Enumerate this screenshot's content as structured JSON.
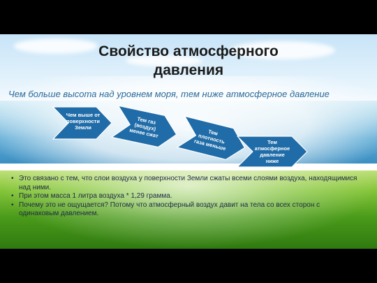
{
  "slide": {
    "title_line1": "Свойство атмосферного",
    "title_line2": "давления",
    "subtitle": "Чем больше высота над уровнем моря, тем ниже атмосферное давление"
  },
  "process": {
    "steps": [
      {
        "lines": [
          "Чем выше от",
          "поверхности",
          "Земли"
        ]
      },
      {
        "lines": [
          "Тем газ",
          "(воздух)",
          "менее сжат"
        ]
      },
      {
        "lines": [
          "Тем",
          "плотность",
          "газа меньше"
        ]
      },
      {
        "lines": [
          "Тем",
          "атмосферное",
          "давление",
          "ниже"
        ]
      }
    ]
  },
  "bullets": [
    "Это связано с тем, что слои воздуха у поверхности Земли сжаты всеми слоями воздуха, находящимися над ними.",
    "При этом масса 1 литра воздуха * 1,29  грамма.",
    "Почему это не ощущается? Потому что атмосферный воздух давит на тела со всех сторон с одинаковым давлением."
  ],
  "colors": {
    "chevron_fill": "#1f6ca8",
    "chevron_stroke": "#ffffff",
    "title_color": "#1a1a1a",
    "subtitle_color": "#2a6a9a"
  }
}
